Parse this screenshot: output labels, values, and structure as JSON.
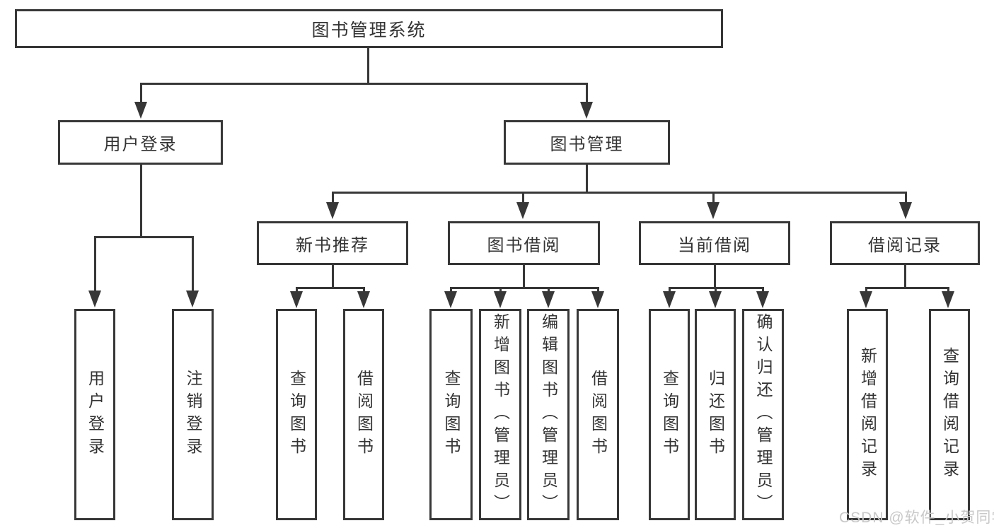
{
  "diagram": {
    "root_label": "图书管理系统",
    "branches": {
      "user_login": {
        "label": "用户登录",
        "children": [
          "用户登录",
          "注销登录"
        ]
      },
      "book_management": {
        "label": "图书管理",
        "groups": [
          {
            "label": "新书推荐",
            "children": [
              "查询图书",
              "借阅图书"
            ]
          },
          {
            "label": "图书借阅",
            "children": [
              "查询图书",
              "新增图书（管理员）",
              "编辑图书（管理员）",
              "借阅图书"
            ]
          },
          {
            "label": "当前借阅",
            "children": [
              "查询图书",
              "归还图书",
              "确认归还（管理员）"
            ]
          },
          {
            "label": "借阅记录",
            "children": [
              "新增借阅记录",
              "查询借阅记录"
            ]
          }
        ]
      }
    }
  },
  "watermark": {
    "text": "CSDN @软件_小贺同学"
  },
  "colors": {
    "line": "#373737",
    "text": "#333333",
    "watermark": "#c8c8c8"
  }
}
